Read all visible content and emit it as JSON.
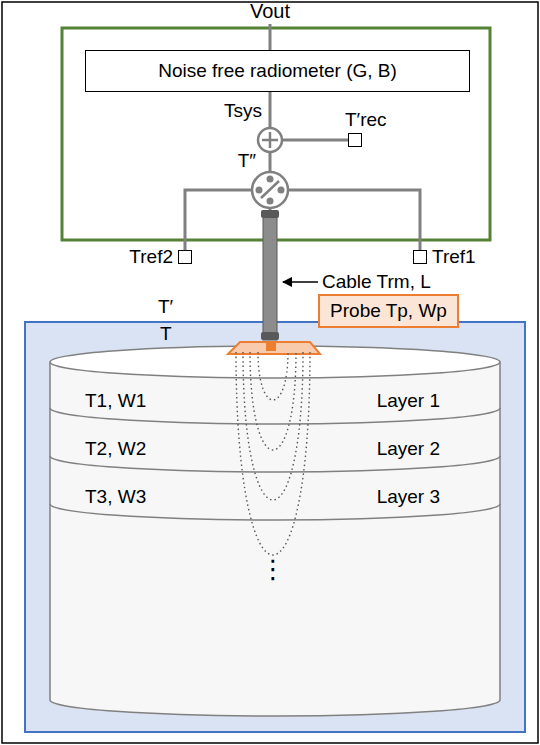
{
  "diagram": {
    "nodes": [
      {
        "text": [
          "Noise free radiometer (G, B)"
        ]
      },
      {
        "text": [
          "T′rec"
        ]
      },
      {
        "text": [
          "Tref2"
        ]
      },
      {
        "text": [
          "Tref1"
        ]
      },
      {
        "text": [
          "Probe Tp, Wp"
        ]
      },
      {
        "text": [
          "T1, W1",
          "Layer 1"
        ]
      },
      {
        "text": [
          "T2, W2",
          "Layer 2"
        ]
      },
      {
        "text": [
          "T3, W3",
          "Layer 3"
        ]
      }
    ],
    "labels": [
      "Vout",
      "Tsys",
      "T″",
      "Cable Trm, L",
      "T′",
      "T",
      "⋮"
    ]
  }
}
